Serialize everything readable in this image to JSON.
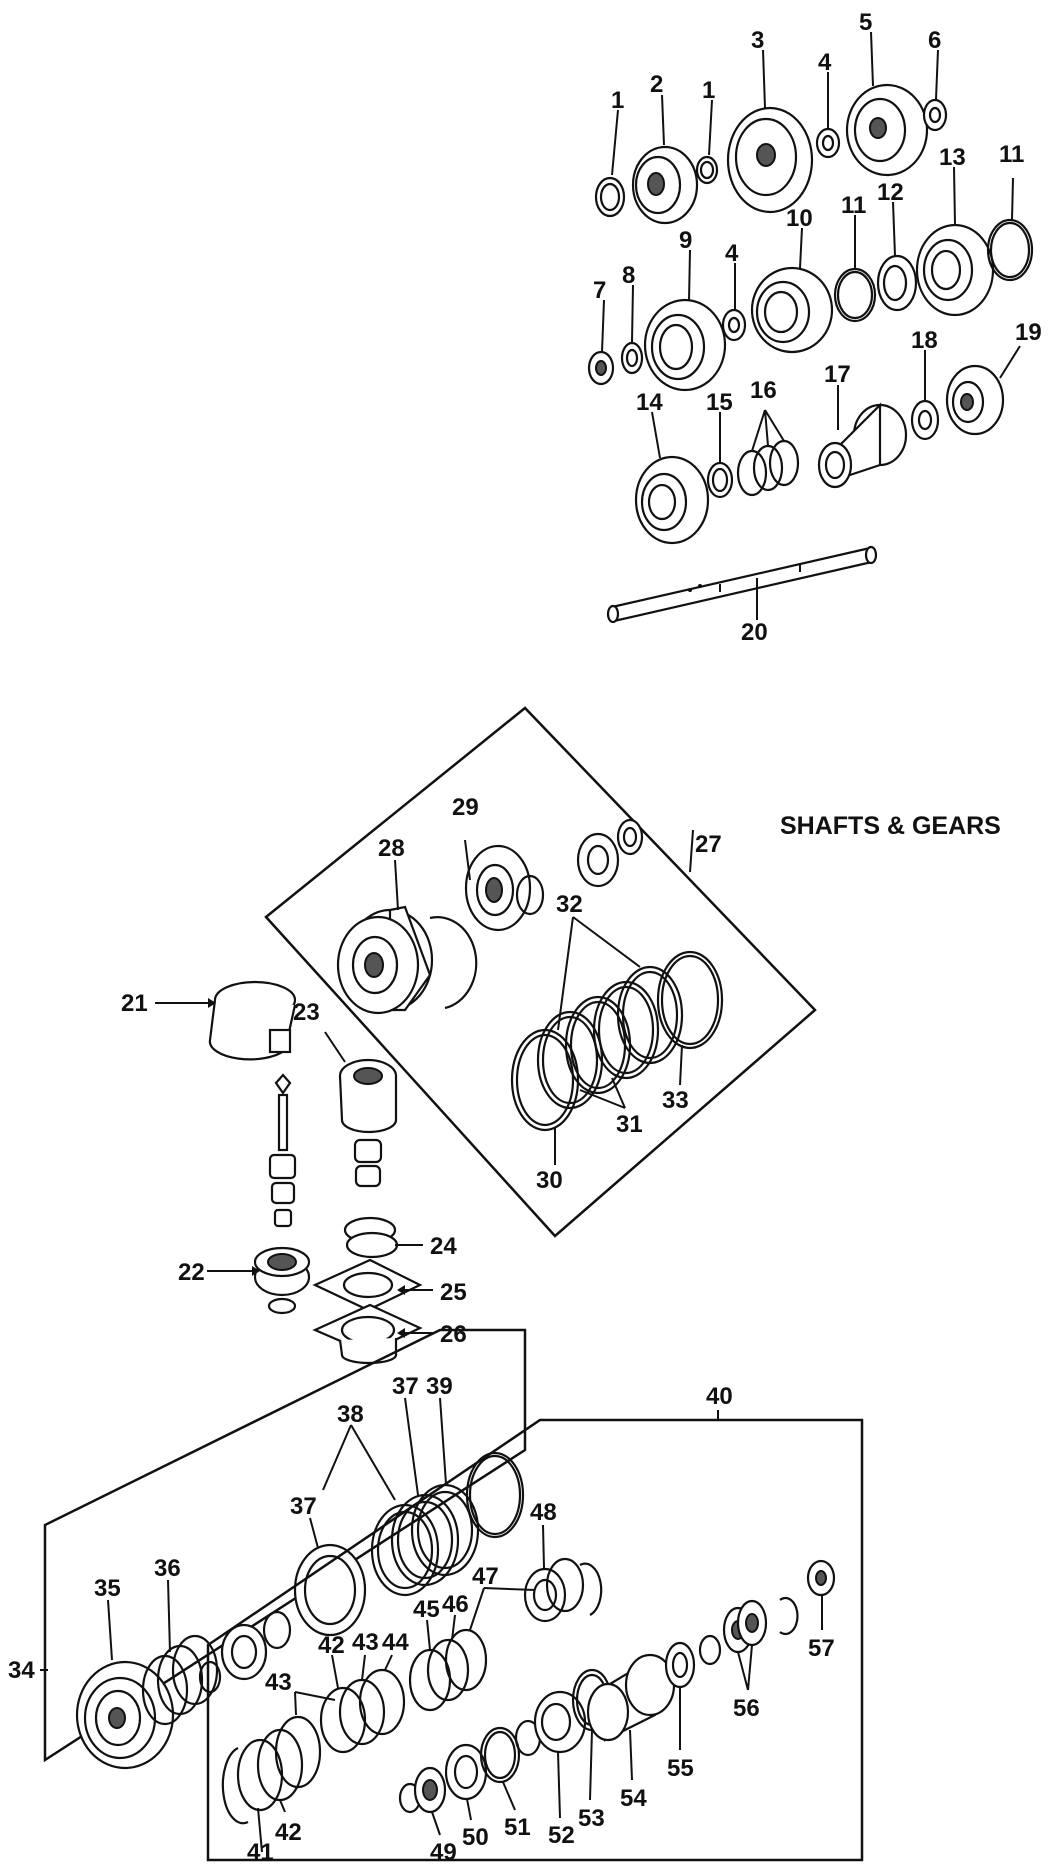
{
  "title": "SHAFTS & GEARS",
  "labels": {
    "l1": "1",
    "l1b": "1",
    "l2": "2",
    "l3": "3",
    "l4": "4",
    "l4b": "4",
    "l5": "5",
    "l6": "6",
    "l7": "7",
    "l8": "8",
    "l9": "9",
    "l10": "10",
    "l11": "11",
    "l11b": "11",
    "l12": "12",
    "l13": "13",
    "l14": "14",
    "l15": "15",
    "l16": "16",
    "l17": "17",
    "l18": "18",
    "l19": "19",
    "l20": "20",
    "l21": "21",
    "l22": "22",
    "l23": "23",
    "l24": "24",
    "l25": "25",
    "l26": "26",
    "l27": "27",
    "l28": "28",
    "l29": "29",
    "l30": "30",
    "l31": "31",
    "l32": "32",
    "l33": "33",
    "l34": "34",
    "l35": "35",
    "l36": "36",
    "l37": "37",
    "l37b": "37",
    "l38": "38",
    "l39": "39",
    "l40": "40",
    "l41": "41",
    "l42": "42",
    "l42b": "42",
    "l43": "43",
    "l43b": "43",
    "l44": "44",
    "l45": "45",
    "l46": "46",
    "l47": "47",
    "l48": "48",
    "l49": "49",
    "l50": "50",
    "l51": "51",
    "l52": "52",
    "l53": "53",
    "l54": "54",
    "l55": "55",
    "l56": "56",
    "l57": "57"
  }
}
